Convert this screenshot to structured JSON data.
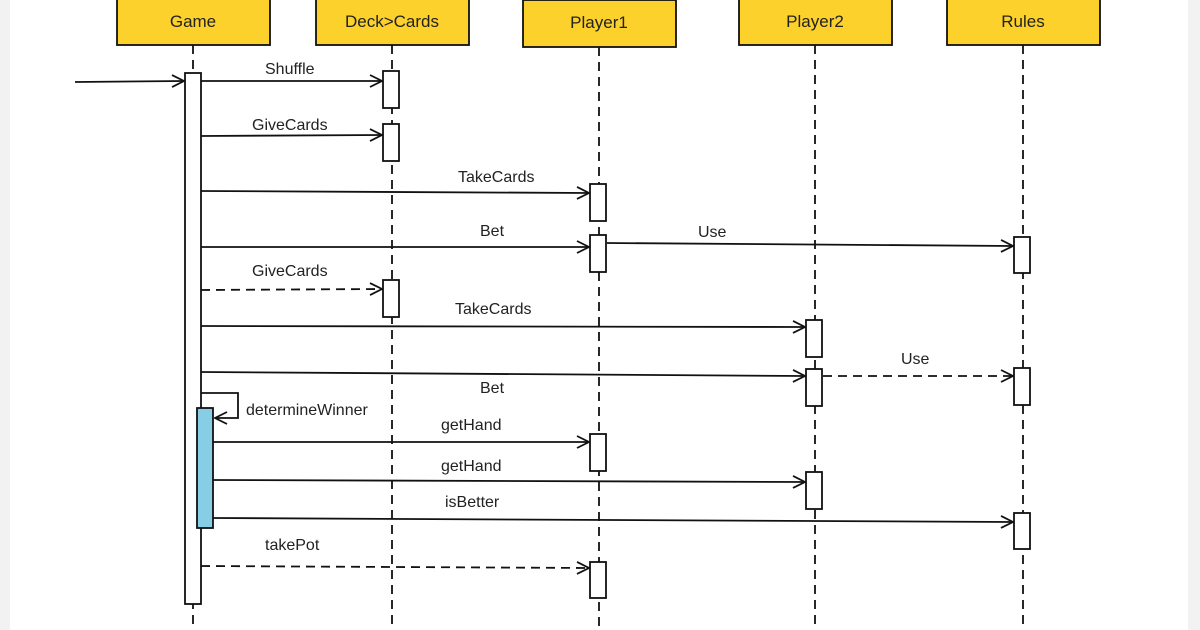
{
  "participants": [
    {
      "id": "game",
      "label": "Game"
    },
    {
      "id": "deck",
      "label": "Deck>Cards"
    },
    {
      "id": "p1",
      "label": "Player1"
    },
    {
      "id": "p2",
      "label": "Player2"
    },
    {
      "id": "rules",
      "label": "Rules"
    }
  ],
  "messages": [
    {
      "label": "Shuffle",
      "from": "game",
      "to": "deck",
      "style": "solid"
    },
    {
      "label": "GiveCards",
      "from": "game",
      "to": "deck",
      "style": "solid"
    },
    {
      "label": "TakeCards",
      "from": "game",
      "to": "p1",
      "style": "solid"
    },
    {
      "label": "Bet",
      "from": "game",
      "to": "p1",
      "style": "solid"
    },
    {
      "label": "Use",
      "from": "p1",
      "to": "rules",
      "style": "solid"
    },
    {
      "label": "GiveCards",
      "from": "game",
      "to": "deck",
      "style": "dashed"
    },
    {
      "label": "TakeCards",
      "from": "game",
      "to": "p2",
      "style": "solid"
    },
    {
      "label": "Bet",
      "from": "game",
      "to": "p2",
      "style": "solid"
    },
    {
      "label": "Use",
      "from": "p2",
      "to": "rules",
      "style": "dashed"
    },
    {
      "label": "determineWinner",
      "from": "game",
      "to": "game",
      "style": "solid"
    },
    {
      "label": "getHand",
      "from": "game",
      "to": "p1",
      "style": "solid"
    },
    {
      "label": "getHand",
      "from": "game",
      "to": "p2",
      "style": "solid"
    },
    {
      "label": "isBetter",
      "from": "game",
      "to": "rules",
      "style": "solid"
    },
    {
      "label": "takePot",
      "from": "game",
      "to": "p1",
      "style": "dashed"
    }
  ],
  "colors": {
    "header": "#fdd12b",
    "activation_highlight": "#87cde5",
    "line": "#111111"
  }
}
